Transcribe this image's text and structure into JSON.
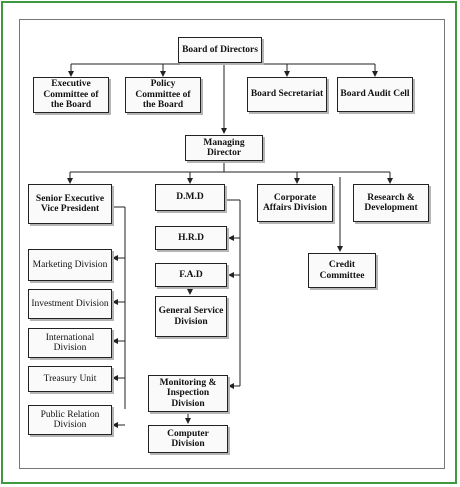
{
  "nodes": {
    "board_of_directors": "Board of Directors",
    "executive_committee": "Executive Committee of the Board",
    "policy_committee": "Policy Committee of the Board",
    "board_secretariat": "Board Secretariat",
    "board_audit_cell": "Board Audit Cell",
    "managing_director": "Managing Director",
    "senior_evp": "Senior Executive Vice President",
    "dmd": "D.M.D",
    "corporate_affairs": "Corporate Affairs Division",
    "research_development": "Research & Development",
    "hrd": "H.R.D",
    "fad": "F.A.D",
    "general_service": "General Service Division",
    "credit_committee": "Credit Committee",
    "marketing": "Marketing Division",
    "investment": "Investment Division",
    "international": "International Division",
    "treasury": "Treasury Unit",
    "public_relation": "Public Relation Division",
    "monitoring": "Monitoring & Inspection Division",
    "computer": "Computer Division"
  },
  "colors": {
    "frame": "#3f9a3f",
    "line": "#222222"
  }
}
